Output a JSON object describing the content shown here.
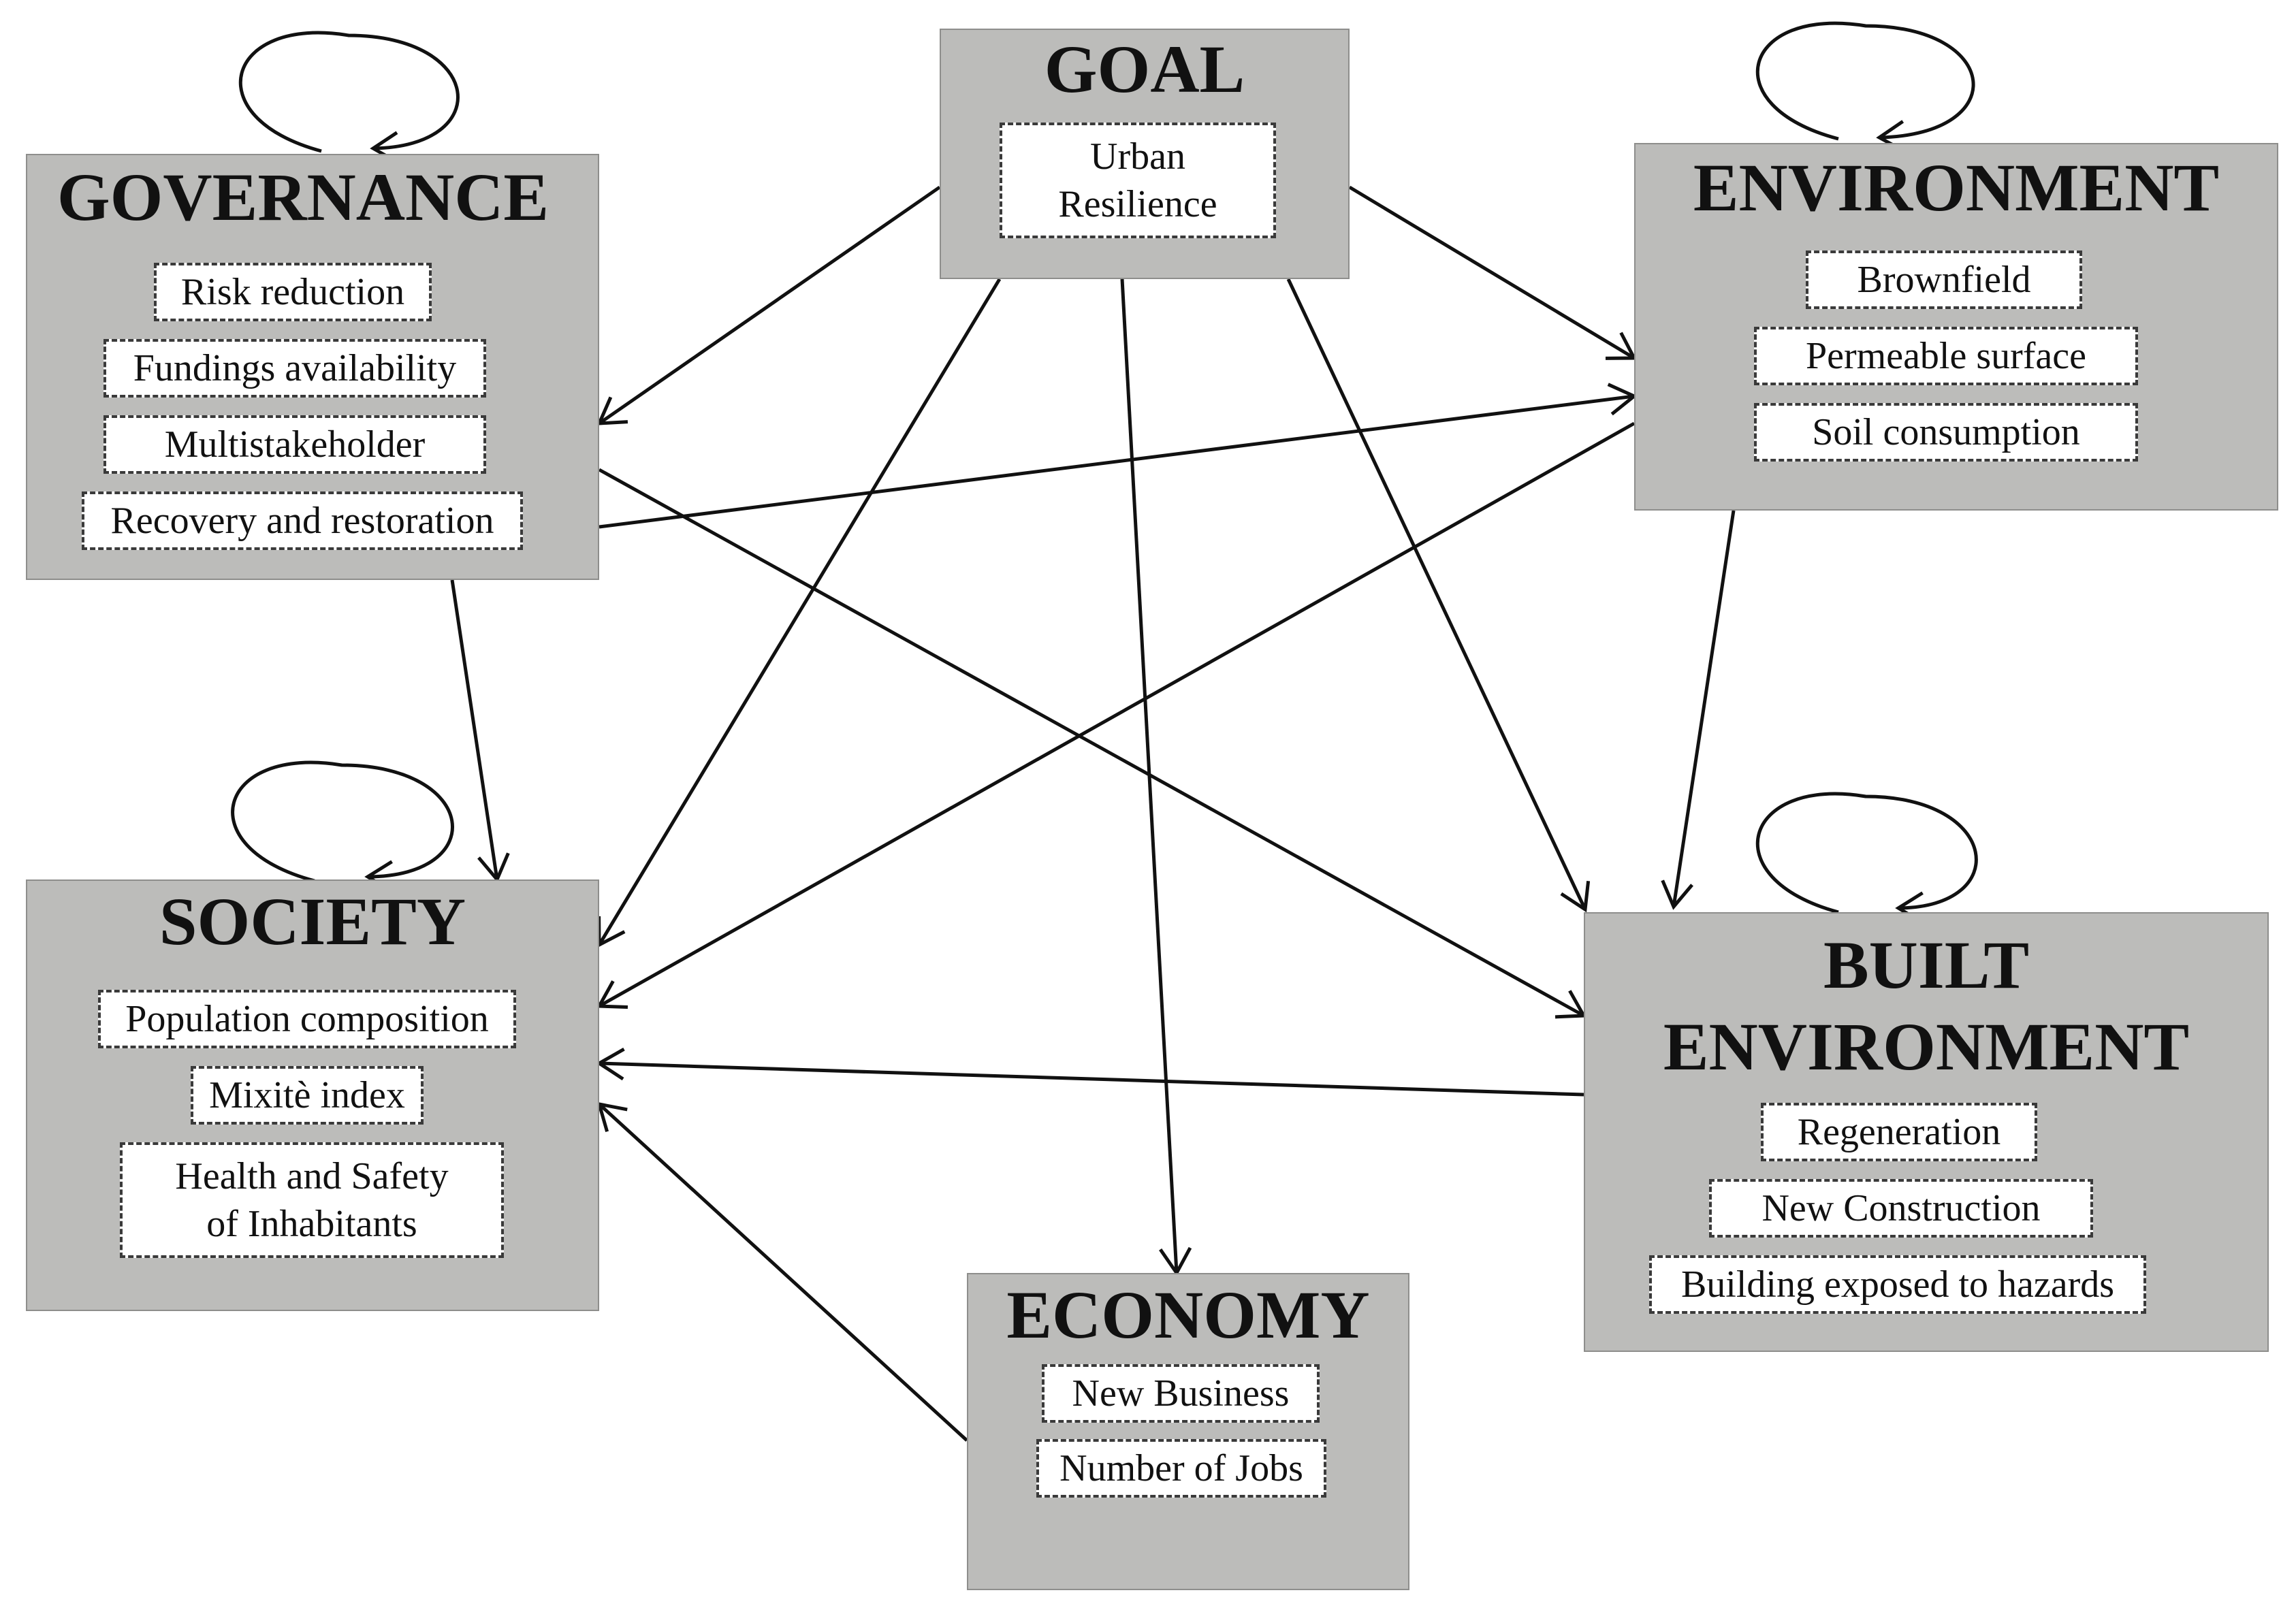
{
  "nodes": {
    "goal": {
      "title": "GOAL",
      "items": [
        "Urban\nResilience"
      ]
    },
    "governance": {
      "title": "GOVERNANCE",
      "items": [
        "Risk reduction",
        "Fundings availability",
        "Multistakeholder",
        "Recovery and restoration"
      ]
    },
    "environment": {
      "title": "ENVIRONMENT",
      "items": [
        "Brownfield",
        "Permeable surface",
        "Soil consumption"
      ]
    },
    "society": {
      "title": "SOCIETY",
      "items": [
        "Population composition",
        "Mixitè index",
        "Health and Safety\nof Inhabitants"
      ]
    },
    "built": {
      "title": "BUILT\nENVIRONMENT",
      "items": [
        "Regeneration",
        "New Construction",
        "Building exposed to hazards"
      ]
    },
    "economy": {
      "title": "ECONOMY",
      "items": [
        "New Business",
        "Number of Jobs"
      ]
    }
  },
  "edges": [
    {
      "from": "goal",
      "to": "governance"
    },
    {
      "from": "goal",
      "to": "environment"
    },
    {
      "from": "goal",
      "to": "society"
    },
    {
      "from": "goal",
      "to": "economy"
    },
    {
      "from": "goal",
      "to": "built"
    },
    {
      "from": "governance",
      "to": "society"
    },
    {
      "from": "governance",
      "to": "environment"
    },
    {
      "from": "governance",
      "to": "built"
    },
    {
      "from": "environment",
      "to": "society"
    },
    {
      "from": "environment",
      "to": "built"
    },
    {
      "from": "built",
      "to": "society"
    },
    {
      "from": "economy",
      "to": "society"
    }
  ],
  "self_loops": [
    "governance",
    "environment",
    "society",
    "built"
  ],
  "colors": {
    "box_fill": "#bcbcba",
    "box_border": "#8e8e8c",
    "arrow": "#111111",
    "item_border": "#3a3a3a"
  }
}
